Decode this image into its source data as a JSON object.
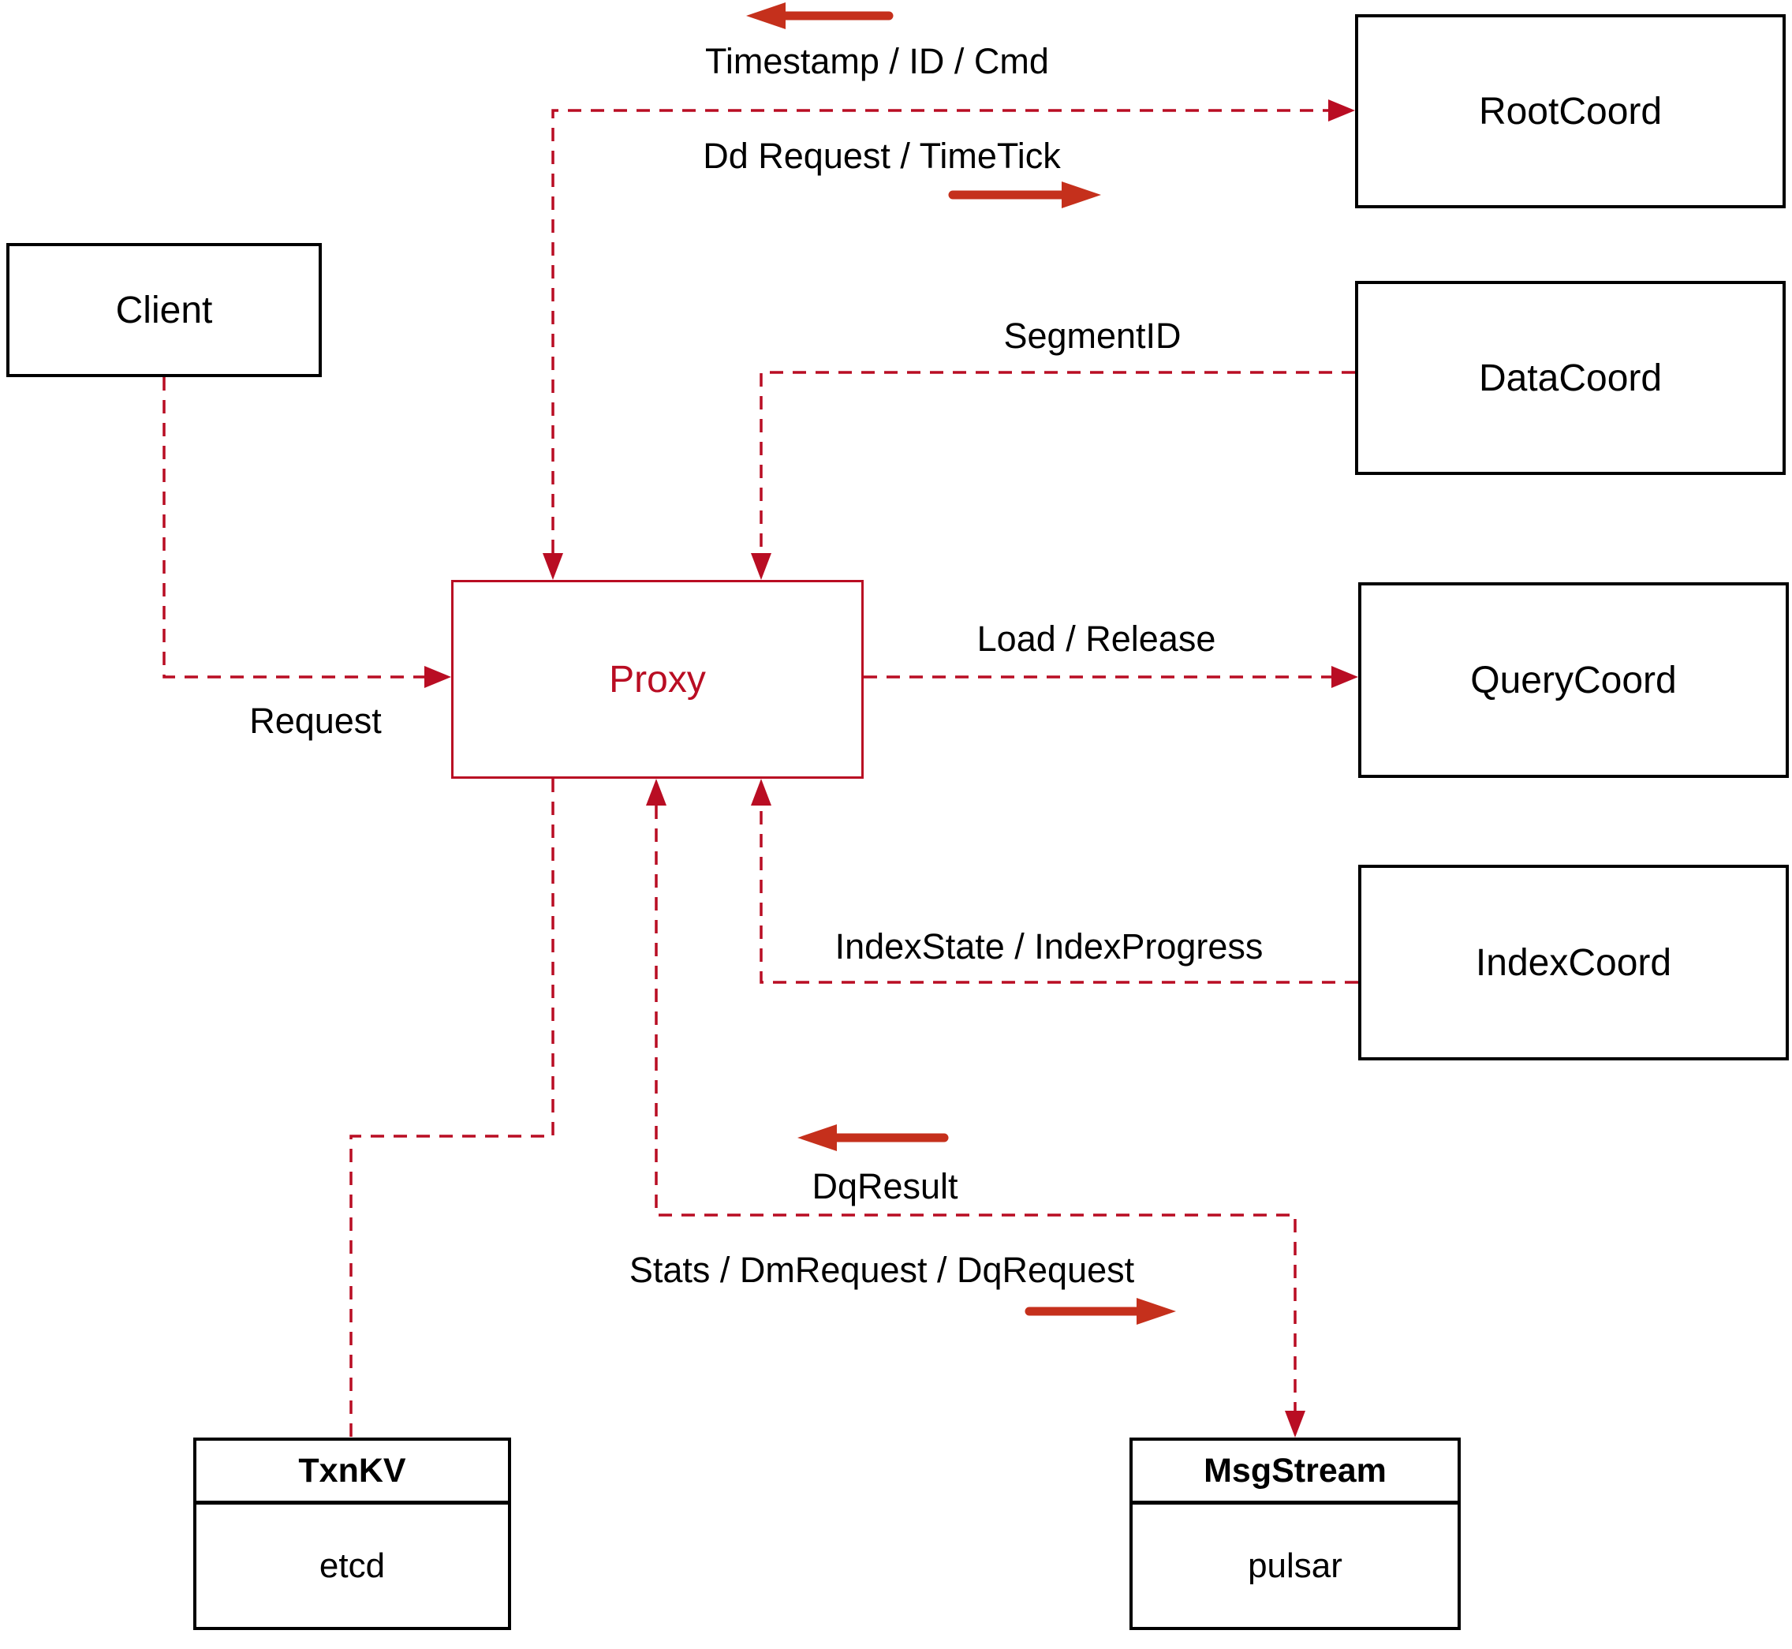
{
  "diagram": {
    "nodes": {
      "client": {
        "label": "Client"
      },
      "rootcoord": {
        "label": "RootCoord"
      },
      "datacoord": {
        "label": "DataCoord"
      },
      "querycoord": {
        "label": "QueryCoord"
      },
      "indexcoord": {
        "label": "IndexCoord"
      },
      "proxy": {
        "label": "Proxy"
      },
      "txnkv": {
        "title": "TxnKV",
        "subtitle": "etcd"
      },
      "msgstream": {
        "title": "MsgStream",
        "subtitle": "pulsar"
      }
    },
    "edge_labels": {
      "timestamp": "Timestamp / ID / Cmd",
      "dd_request": "Dd Request / TimeTick",
      "segment_id": "SegmentID",
      "load_release": "Load / Release",
      "index_state": "IndexState / IndexProgress",
      "request": "Request",
      "dq_result": "DqResult",
      "stats": "Stats / DmRequest / DqRequest"
    },
    "icons": {
      "back_direction": "arrow-left-icon",
      "forward_direction": "arrow-right-icon"
    },
    "colors": {
      "dashed_line": "#b90d23",
      "direction_arrow": "#c5301c",
      "box_border": "#000000",
      "background": "#ffffff"
    }
  }
}
